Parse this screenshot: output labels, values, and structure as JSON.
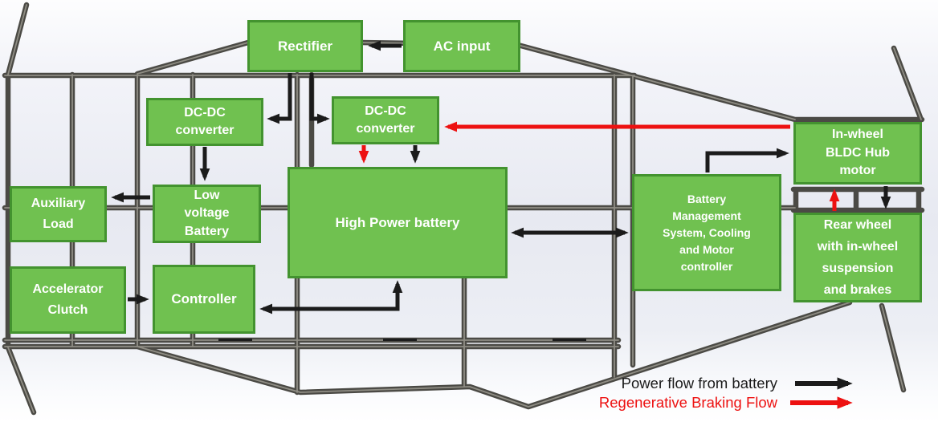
{
  "figure": {
    "description": "Electric vehicle power flow block diagram over tubular chassis frame"
  },
  "boxes": {
    "rectifier": {
      "label": "Rectifier"
    },
    "ac_input": {
      "label": "AC input"
    },
    "dcdc_left": {
      "label": "DC-DC\nconverter"
    },
    "dcdc_right": {
      "label": "DC-DC\nconverter"
    },
    "aux_load": {
      "label": "Auxiliary\nLoad"
    },
    "lv_battery": {
      "label": "Low\nvoltage\nBattery"
    },
    "battery": {
      "label": "High Power battery"
    },
    "accel_clutch": {
      "label": "Accelerator\nClutch"
    },
    "controller": {
      "label": "Controller"
    },
    "bms": {
      "label": "Battery\nManagement\nSystem, Cooling\nand Motor\ncontroller"
    },
    "motor": {
      "label": "In-wheel\nBLDC Hub\nmotor"
    },
    "rear_wheel": {
      "label": "Rear wheel\nwith in-wheel\nsuspension\nand brakes"
    }
  },
  "connections": [
    {
      "id": "ac-to-rectifier",
      "from": "ac_input",
      "to": "rectifier",
      "type": "power"
    },
    {
      "id": "rectifier-to-dcdc-left",
      "from": "rectifier",
      "to": "dcdc_left",
      "type": "power"
    },
    {
      "id": "rectifier-to-dcdc-right",
      "from": "rectifier",
      "to": "dcdc_right",
      "type": "power"
    },
    {
      "id": "dcdc-right-to-battery-power",
      "from": "dcdc_right",
      "to": "battery",
      "type": "power"
    },
    {
      "id": "dcdc-right-to-battery-regen",
      "from": "dcdc_right",
      "to": "battery",
      "type": "regen"
    },
    {
      "id": "dcdc-left-to-lv-battery",
      "from": "dcdc_left",
      "to": "lv_battery",
      "type": "power"
    },
    {
      "id": "lv-battery-to-aux-load",
      "from": "lv_battery",
      "to": "aux_load",
      "type": "power"
    },
    {
      "id": "accel-clutch-to-controller",
      "from": "accel_clutch",
      "to": "controller",
      "type": "power"
    },
    {
      "id": "battery-bms-bidirectional",
      "from": "battery",
      "to": "bms",
      "type": "power",
      "bidirectional": true
    },
    {
      "id": "battery-controller-bidirectional",
      "from": "battery",
      "to": "controller",
      "type": "power",
      "bidirectional": true
    },
    {
      "id": "bms-to-motor",
      "from": "bms",
      "to": "motor",
      "type": "power"
    },
    {
      "id": "motor-to-rear-wheel",
      "from": "motor",
      "to": "rear_wheel",
      "type": "power"
    },
    {
      "id": "rear-wheel-to-motor-regen",
      "from": "rear_wheel",
      "to": "motor",
      "type": "regen"
    },
    {
      "id": "motor-to-dcdc-right-regen",
      "from": "motor",
      "to": "dcdc_right",
      "type": "regen"
    }
  ],
  "legend": {
    "items": [
      {
        "label": "Power flow from battery",
        "type": "power"
      },
      {
        "label": "Regenerative Braking Flow",
        "type": "regen"
      }
    ]
  },
  "colors": {
    "box_fill": "#70c150",
    "box_border": "#43932f",
    "box_text": "#ffffff",
    "power_arrow": "#1b1b1b",
    "regen_arrow": "#ed1111",
    "frame_dark": "#4b4a45",
    "frame_light": "#8f8d84"
  }
}
